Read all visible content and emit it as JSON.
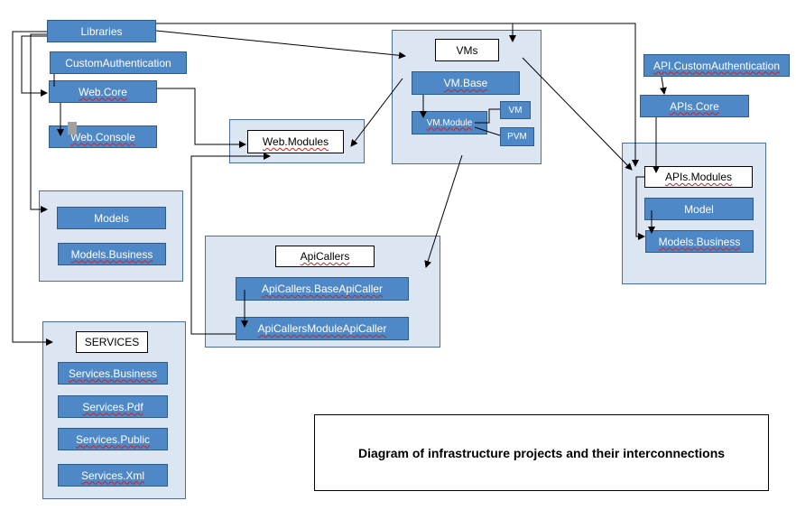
{
  "libraries": {
    "label": "Libraries"
  },
  "left_projects": {
    "custom_auth": "CustomAuthentication",
    "web_core": "Web.Core",
    "web_console": "Web.Console"
  },
  "models_group": {
    "models": "Models",
    "models_business": "Models.Business"
  },
  "services_group": {
    "title": "SERVICES",
    "items": [
      "Services.Business",
      "Services.Pdf",
      "Services.Public",
      "Services.Xml"
    ]
  },
  "web_modules_group": {
    "title": "Web.Modules"
  },
  "vms_group": {
    "title": "VMs",
    "vm_base": "VM.Base",
    "vm_module": "VM.Module",
    "vm": "VM",
    "pvm": "PVM"
  },
  "apicallers_group": {
    "title": "ApiCallers",
    "base": "ApiCallers.BaseApiCaller",
    "module": "ApiCallersModuleApiCaller"
  },
  "api_projects": {
    "custom_auth": "API.CustomAuthentication",
    "core": "APIs.Core"
  },
  "apis_modules_group": {
    "title": "APIs.Modules",
    "model": "Model",
    "models_business": "Models.Business"
  },
  "caption": {
    "text": "Diagram of infrastructure projects and their interconnections"
  }
}
